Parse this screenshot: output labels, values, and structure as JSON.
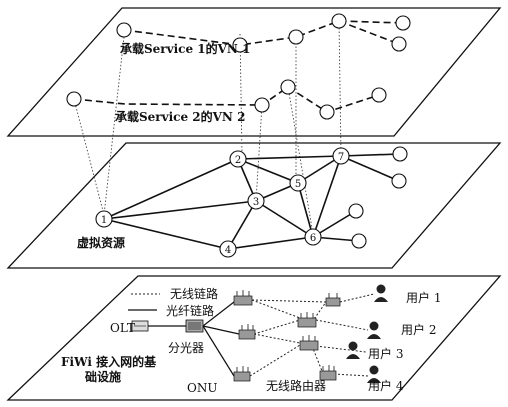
{
  "vn1_label": "承载Service 1的VN 1",
  "vn2_label": "承载Service 2的VN 2",
  "virtual_resource_label": "虚拟资源",
  "node_ids": [
    "1",
    "2",
    "3",
    "4",
    "5",
    "6",
    "7"
  ],
  "legend": {
    "wireless_link": "无线链路",
    "fiber_link": "光纤链路"
  },
  "devices": {
    "olt": "OLT",
    "splitter": "分光器",
    "onu": "ONU",
    "wireless_router": "无线路由器"
  },
  "users": [
    "用户 1",
    "用户 2",
    "用户 3",
    "用户 4"
  ],
  "fiwi_label_line1": "FiWi 接入网的基",
  "fiwi_label_line2": "础设施"
}
